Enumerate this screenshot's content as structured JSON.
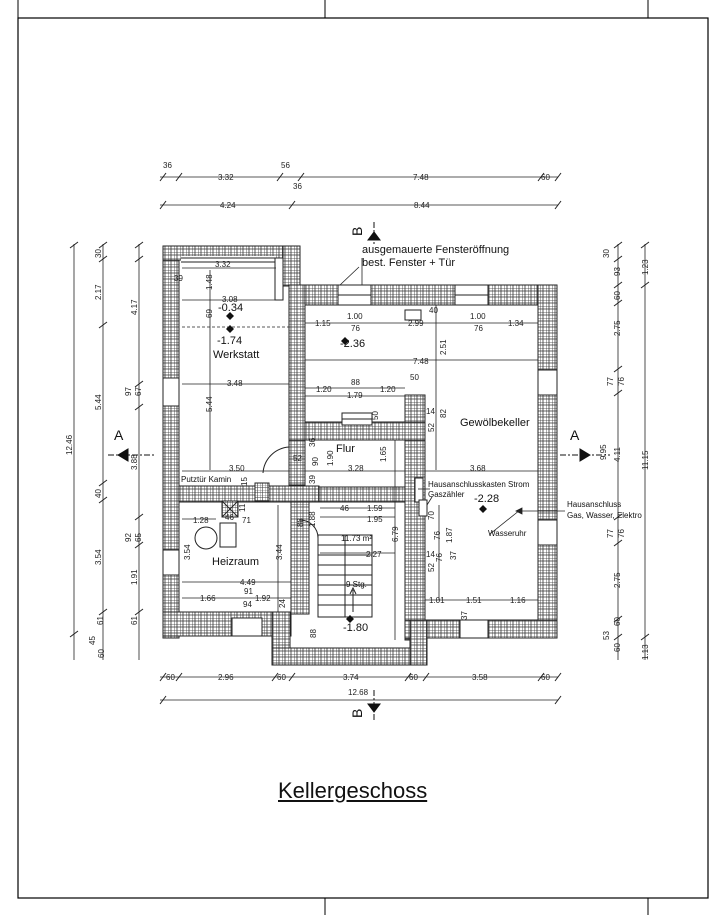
{
  "title": "Kellergeschoss",
  "rooms": {
    "werkstatt": "Werkstatt",
    "gewoelbekeller": "Gewölbekeller",
    "flur": "Flur",
    "heizraum": "Heizraum"
  },
  "levels": {
    "ws_a": "-0.34",
    "ws_b": "-1.74",
    "gw": "-2.36",
    "hs": "-2.28",
    "stair": "-1.80"
  },
  "notes": {
    "fenster_a": "ausgemauerte  Fensteröffnung",
    "fenster_b": "best. Fenster + Tür",
    "putztuer": "Putztür Kamin",
    "hak_strom": "Hausanschlusskasten Strom",
    "gaszaehler": "Gaszähler",
    "wasseruhr": "Wasseruhr",
    "hausanschluss": "Hausanschluss",
    "hausanschluss_sub": "Gas, Wasser, Elektro",
    "area": "11.73 m²",
    "steps": "9 Stg."
  },
  "sections": {
    "a": "A",
    "b": "B"
  },
  "dims_top_row1": [
    "36",
    "3.32",
    "56",
    "36",
    "7.48",
    "60"
  ],
  "dims_top_row2": [
    "4.24",
    "8.44"
  ],
  "dims_bottom_row1": [
    "60",
    "2.96",
    "60",
    "3.74",
    "60",
    "3.58",
    "60"
  ],
  "dims_bottom_total": "12.68",
  "dims_left_outer": [
    "12.46"
  ],
  "dims_left_inner": [
    "30",
    "2.17",
    "4.17",
    "5.44",
    "97",
    "67",
    "40",
    "3.88",
    "92",
    "65",
    "3.54",
    "1.91",
    "61",
    "45",
    "60",
    "61"
  ],
  "dims_right_inner": [
    "30",
    "93",
    "60",
    "2.75",
    "77",
    "76",
    "4.11",
    "9.95",
    "77",
    "76",
    "2.75",
    "60",
    "53",
    "60"
  ],
  "dims_right_outer": [
    "1.23",
    "11.15",
    "1.13"
  ],
  "dims_interior": [
    "3.32",
    "1.48",
    "39",
    "3.08",
    "69",
    "1.15",
    "1.00",
    "76",
    "2.99",
    "1.00",
    "76",
    "1.34",
    "40",
    "2.51",
    "7.48",
    "3.48",
    "5.44",
    "1.20",
    "88",
    "1.20",
    "1.79",
    "50",
    "14",
    "82",
    "52",
    "50",
    "36",
    "52",
    "90",
    "1.90",
    "3.28",
    "1.65",
    "3.50",
    "3.68",
    "39",
    "15",
    "46",
    "1.59",
    "70",
    "1.28",
    "46",
    "71",
    "11",
    "88",
    "1.88",
    "1.95",
    "6.79",
    "76",
    "1.87",
    "2.27",
    "14",
    "76",
    "37",
    "52",
    "3.54",
    "3.44",
    "4.49",
    "91",
    "1.66",
    "94",
    "1.92",
    "24",
    "1.01",
    "1.51",
    "1.16",
    "88",
    "37"
  ]
}
